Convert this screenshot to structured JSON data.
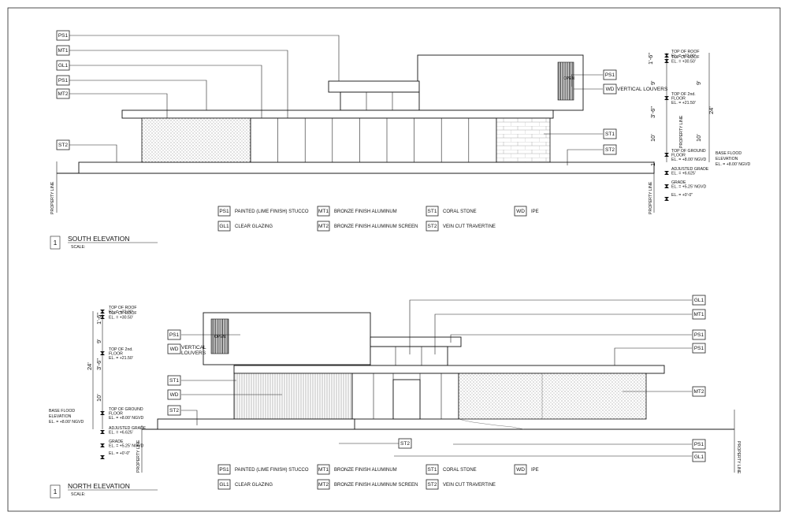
{
  "legend": [
    {
      "code": "PS1",
      "text": "PAINTED (LIME FINISH) STUCCO"
    },
    {
      "code": "GL1",
      "text": "CLEAR GLAZING"
    },
    {
      "code": "MT1",
      "text": "BRONZE FINISH ALUMINUM"
    },
    {
      "code": "MT2",
      "text": "BRONZE FINISH ALUMINUM SCREEN"
    },
    {
      "code": "ST1",
      "text": "CORAL STONE"
    },
    {
      "code": "ST2",
      "text": "VEIN CUT TRAVERTINE"
    },
    {
      "code": "WD",
      "text": "IPE"
    }
  ],
  "south": {
    "title_number": "1",
    "title": "SOUTH ELEVATION",
    "scale": "SCALE:",
    "property_line": "PROPERTY LINE",
    "open_label": "OPEN",
    "vertical_louvers": "VERTICAL LOUVERS",
    "dims": [
      "1'-6\"",
      "9'",
      "3'-6\"",
      "10'",
      "1'",
      "24'",
      "9'",
      "10'"
    ],
    "levels": {
      "roof1": "TOP OF ROOF",
      "roof1_el": "EL. = +32.00'",
      "roof2": "TOP OF ROOF",
      "roof2_el": "EL. = +30.50'",
      "second": "TOP OF 2nd.",
      "second2": "FLOOR",
      "second_el": "EL. = +21.50'",
      "ground": "TOP OF GROUND",
      "ground2": "FLOOR",
      "ground_el": "EL. = +8.00' NGVD",
      "adj": "ADJUSTED GRADE",
      "adj_el": "EL. = +6.625'",
      "grade": "GRADE",
      "grade_el": "EL. = +5.25' NGVD",
      "zero": "EL. = +0'-0\""
    },
    "bfe": [
      "BASE FLOOD",
      "ELEVATION",
      "EL. = +8.00' NGVD"
    ]
  },
  "north": {
    "title_number": "1",
    "title": "NORTH ELEVATION",
    "scale": "SCALE:",
    "property_line": "PROPERTY LINE",
    "open_label": "OPEN",
    "vertical_louvers": [
      "VERTICAL",
      "LOUVERS"
    ],
    "dims": [
      "1'-6\"",
      "9'",
      "3'-6\"",
      "10'",
      "24'"
    ],
    "levels": {
      "roof1": "TOP OF ROOF",
      "roof1_el": "EL. = +32.00'",
      "roof2": "TOP OF ROOF",
      "roof2_el": "EL. = +30.50'",
      "second": "TOP OF 2nd.",
      "second2": "FLOOR",
      "second_el": "EL. = +21.50'",
      "ground": "TOP OF GROUND",
      "ground2": "FLOOR",
      "ground_el": "EL. = +8.00' NGVD",
      "adj": "ADJUSTED GRADE",
      "adj_el": "EL. = +6.625'",
      "grade": "GRADE",
      "grade_el": "EL. = +5.25' NGVD",
      "zero": "EL. = +0'-0\""
    },
    "bfe": [
      "BASE FLOOD",
      "ELEVATION",
      "EL. = +8.00' NGVD"
    ]
  },
  "tags": {
    "PS1": "PS1",
    "MT1": "MT1",
    "GL1": "GL1",
    "MT2": "MT2",
    "ST1": "ST1",
    "ST2": "ST2",
    "WD": "WD"
  }
}
